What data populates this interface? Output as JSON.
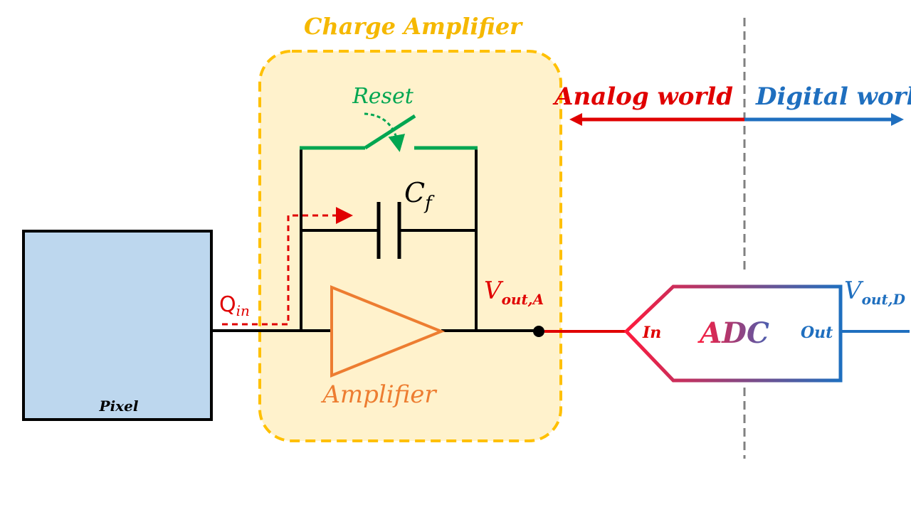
{
  "title": "Charge Amplifier",
  "pixel_label": "Pixel",
  "reset_label": "Reset",
  "capacitor_label": "C",
  "capacitor_sub": "f",
  "amplifier_label": "Amplifier",
  "qin_main": "Q",
  "qin_sub": "in",
  "vout_a_main": "V",
  "vout_a_sub": "out,A",
  "vout_d_main": "V",
  "vout_d_sub": "out,D",
  "adc_label": "ADC",
  "adc_in": "In",
  "adc_out": "Out",
  "analog_label": "Analog world",
  "digital_label": "Digital world",
  "colors": {
    "title": "#f5b800",
    "box_fill": "#fff2cc",
    "box_border": "#ffc000",
    "pixel_fill": "#bdd7ee",
    "reset": "#00a651",
    "amplifier": "#ed7d31",
    "red": "#e00000",
    "blue": "#1f6fbf",
    "adc_text": "#d63b6b"
  }
}
